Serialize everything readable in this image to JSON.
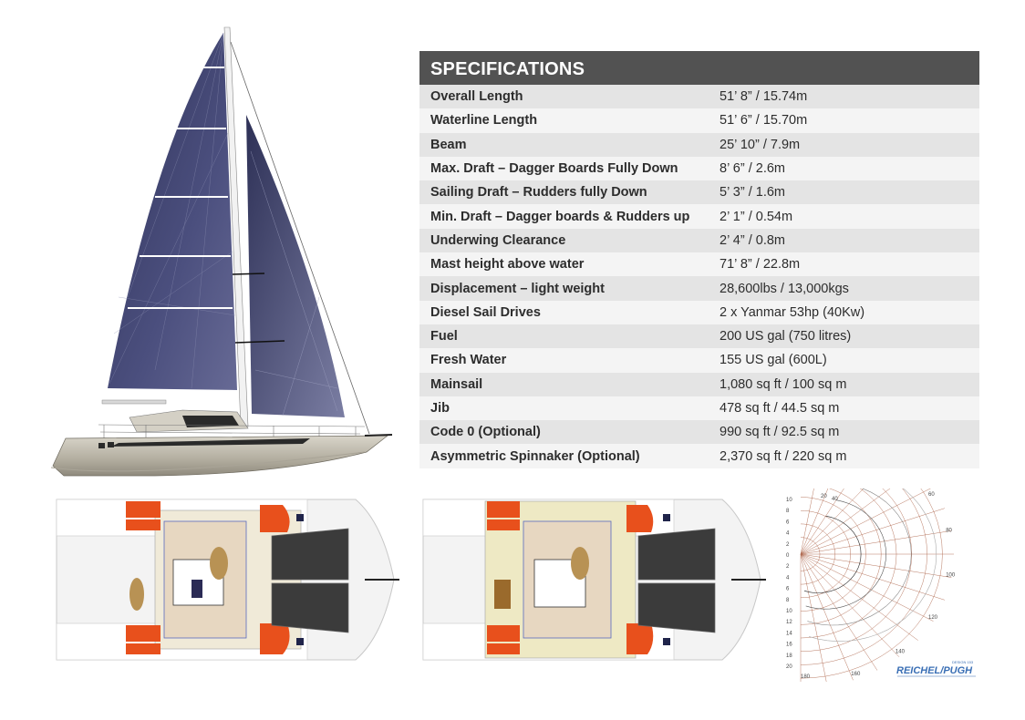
{
  "specifications": {
    "title": "SPECIFICATIONS",
    "rows": [
      {
        "label": "Overall Length",
        "value": "51’ 8” / 15.74m"
      },
      {
        "label": "Waterline Length",
        "value": "51’ 6” / 15.70m"
      },
      {
        "label": "Beam",
        "value": "25’ 10” / 7.9m"
      },
      {
        "label": "Max. Draft – Dagger Boards Fully Down",
        "value": "8’ 6” / 2.6m"
      },
      {
        "label": "Sailing Draft – Rudders fully Down",
        "value": "5’ 3” / 1.6m"
      },
      {
        "label": "Min. Draft – Dagger boards & Rudders up",
        "value": "2’ 1” / 0.54m"
      },
      {
        "label": "Underwing Clearance",
        "value": "2’ 4” / 0.8m"
      },
      {
        "label": "Mast height above water",
        "value": "71’ 8” / 22.8m"
      },
      {
        "label": "Displacement – light weight",
        "value": "28,600lbs / 13,000kgs"
      },
      {
        "label": "Diesel Sail Drives",
        "value": "2 x Yanmar 53hp (40Kw)"
      },
      {
        "label": "Fuel",
        "value": "200 US gal (750 litres)"
      },
      {
        "label": "Fresh Water",
        "value": "155 US gal (600L)"
      },
      {
        "label": "Mainsail",
        "value": "1,080 sq ft / 100 sq m"
      },
      {
        "label": "Jib",
        "value": "478 sq ft / 44.5 sq m"
      },
      {
        "label": "Code 0 (Optional)",
        "value": "990 sq ft / 92.5 sq m"
      },
      {
        "label": "Asymmetric Spinnaker (Optional)",
        "value": "2,370 sq ft / 220 sq m"
      }
    ]
  },
  "polar_chart": {
    "angle_labels": [
      "20",
      "40",
      "60",
      "80",
      "100",
      "120",
      "140",
      "160",
      "180"
    ],
    "axis_labels": [
      "10",
      "8",
      "6",
      "4",
      "2",
      "0",
      "2",
      "4",
      "6",
      "8",
      "10",
      "12",
      "14",
      "16",
      "18",
      "20"
    ]
  },
  "logo": {
    "name": "REICHEL/PUGH",
    "design": "DESIGN 153"
  },
  "colors": {
    "header_bg": "#525252",
    "row_dark": "#e4e4e4",
    "row_light": "#f4f4f4",
    "sail": "#43466f",
    "hull": "#b9b4a6",
    "accent_orange": "#e8501c",
    "logo_blue": "#3a6fb5"
  }
}
